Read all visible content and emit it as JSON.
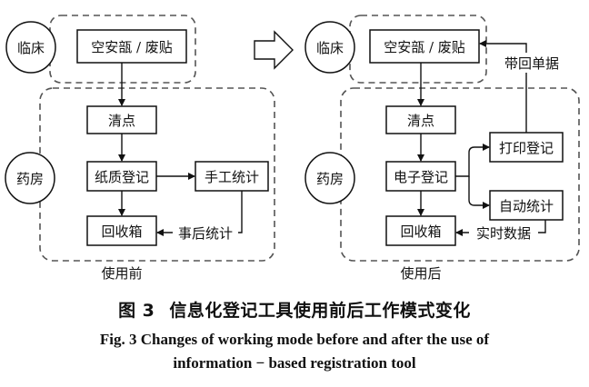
{
  "left": {
    "clinic": "临床",
    "pharmacy": "药房",
    "top_box": "空安瓿 / 废贴",
    "count": "清点",
    "register": "纸质登记",
    "stats": "手工统计",
    "recycle": "回收箱",
    "arrow_label": "事后统计",
    "panel_label": "使用前"
  },
  "right": {
    "clinic": "临床",
    "pharmacy": "药房",
    "top_box": "空安瓿 / 废贴",
    "count": "清点",
    "register": "电子登记",
    "print": "打印登记",
    "auto_stats": "自动统计",
    "recycle": "回收箱",
    "bring_back": "带回单据",
    "realtime": "实时数据",
    "panel_label": "使用后"
  },
  "caption": {
    "cn_number": "图 3",
    "cn_title": "信息化登记工具使用前后工作模式变化",
    "en_line1": "Fig. 3   Changes of working mode before and after the use of",
    "en_line2": "information − based registration tool"
  }
}
